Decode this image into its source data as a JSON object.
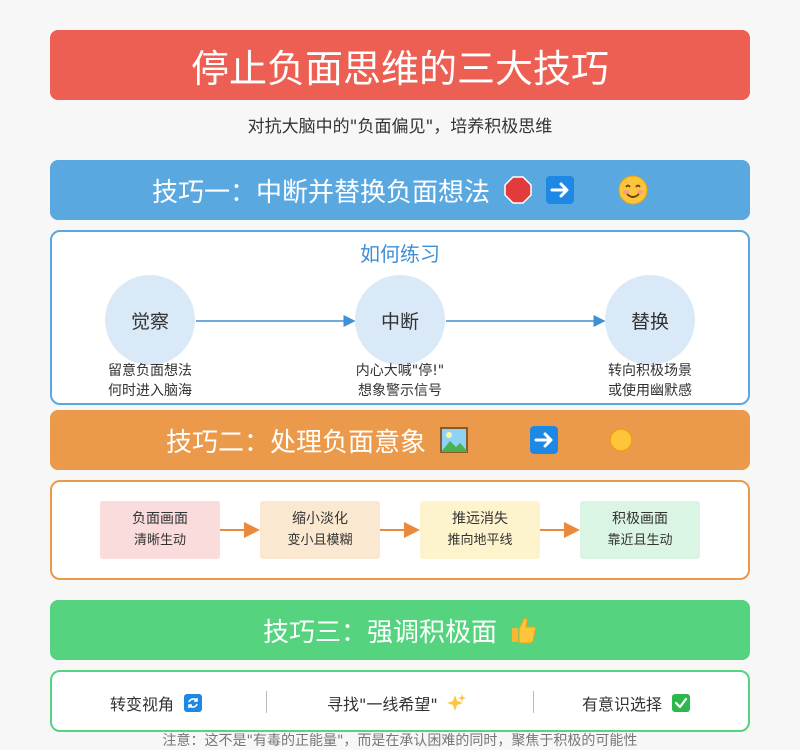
{
  "title": "停止负面思维的三大技巧",
  "subtitle": "对抗大脑中的\"负面偏见\"，培养积极思维",
  "technique1": {
    "heading": "技巧一：中断并替换负面想法",
    "icons": [
      "stop-sign-icon",
      "right-arrow-icon",
      "smiling-face-icon"
    ],
    "panel_title": "如何练习",
    "steps": [
      {
        "label": "觉察",
        "caption_line1": "留意负面想法",
        "caption_line2": "何时进入脑海"
      },
      {
        "label": "中断",
        "caption_line1": "内心大喊\"停!\"",
        "caption_line2": "想象警示信号"
      },
      {
        "label": "替换",
        "caption_line1": "转向积极场景",
        "caption_line2": "或使用幽默感"
      }
    ]
  },
  "technique2": {
    "heading": "技巧二：处理负面意象",
    "icons": [
      "picture-icon",
      "right-arrow-icon",
      "sun-icon"
    ],
    "steps": [
      {
        "title": "负面画面",
        "sub": "清晰生动",
        "color": "#fadcdc"
      },
      {
        "title": "缩小淡化",
        "sub": "变小且模糊",
        "color": "#fbe8d0"
      },
      {
        "title": "推远消失",
        "sub": "推向地平线",
        "color": "#fdf3cc"
      },
      {
        "title": "积极画面",
        "sub": "靠近且生动",
        "color": "#dbf5e4"
      }
    ]
  },
  "technique3": {
    "heading": "技巧三：强调积极面",
    "icon": "thumbs-up-icon",
    "items": [
      {
        "label": "转变视角",
        "icon": "refresh-icon"
      },
      {
        "label": "寻找\"一线希望\"",
        "icon": "sparkles-icon"
      },
      {
        "label": "有意识选择",
        "icon": "checkmark-icon"
      }
    ]
  },
  "footer": "注意：这不是\"有毒的正能量\"，而是在承认困难的同时，聚焦于积极的可能性",
  "colors": {
    "title": "#ec5f52",
    "technique1": "#5aa8e0",
    "technique2": "#eb9a4b",
    "technique3": "#55d37f"
  }
}
